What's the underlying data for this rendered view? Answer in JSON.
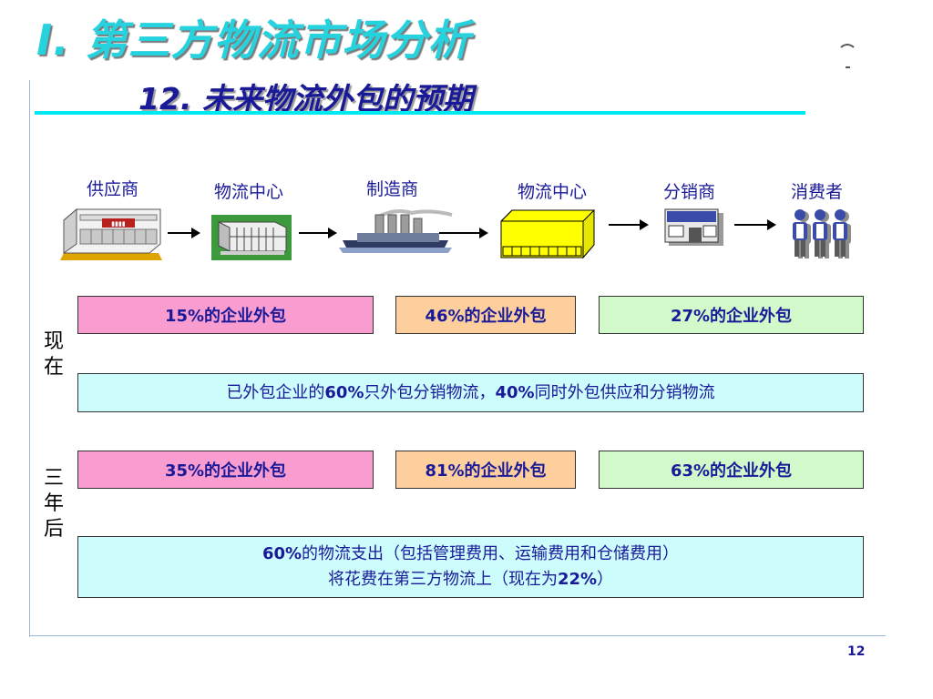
{
  "header": {
    "title": "I. 第三方物流市场分析",
    "subtitle": "12. 未来物流外包的预期"
  },
  "chain": [
    {
      "label": "供应商",
      "icon": "supplier-building-icon"
    },
    {
      "label": "物流中心",
      "icon": "warehouse-icon"
    },
    {
      "label": "制造商",
      "icon": "factory-icon"
    },
    {
      "label": "物流中心",
      "icon": "distribution-center-icon"
    },
    {
      "label": "分销商",
      "icon": "store-icon"
    },
    {
      "label": "消费者",
      "icon": "consumers-icon"
    }
  ],
  "now": {
    "label": "现\n在",
    "boxes": [
      "15%的企业外包",
      "46%的企业外包",
      "27%的企业外包"
    ],
    "note": {
      "p1": "已外包企业的",
      "b1": "60%",
      "p2": "只外包分销物流，",
      "b2": "40%",
      "p3": "同时外包供应和分销物流"
    }
  },
  "future": {
    "label": "三\n年\n后",
    "boxes": [
      "35%的企业外包",
      "81%的企业外包",
      "63%的企业外包"
    ],
    "note": {
      "line1_b": "60%",
      "line1_t": "的物流支出（包括管理费用、运输费用和仓储费用）",
      "line2_t": "将花费在第三方物流上（现在为",
      "line2_b": "22%",
      "line2_end": "）"
    }
  },
  "footer": {
    "page": "12"
  },
  "colors": {
    "title": "#27d2df",
    "subtitle": "#1a1a99",
    "pink": "#f99ccf",
    "peach": "#fccf9c",
    "green": "#d2f9c9",
    "cyan": "#ccfcfc"
  }
}
